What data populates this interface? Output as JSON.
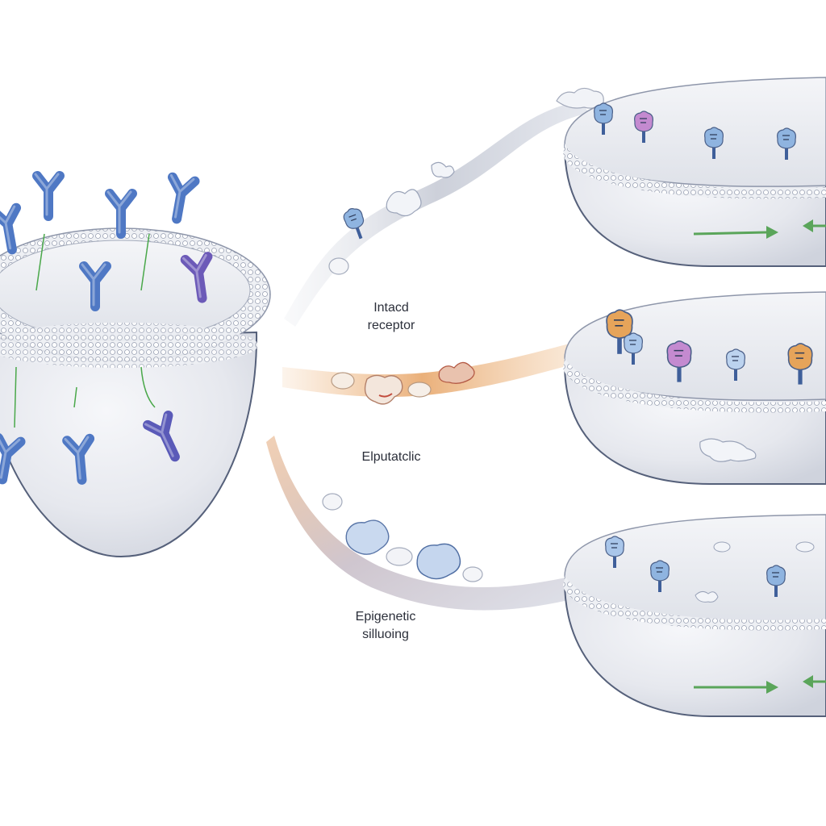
{
  "labels": {
    "intact_receptor": [
      "Intacd",
      "receptor"
    ],
    "mutation": "Elputatclic",
    "epigenetic_silencing": [
      "Epigenetic",
      "silluoing"
    ]
  },
  "colors": {
    "background": "#ffffff",
    "membrane_fill": "#e7e9ef",
    "membrane_outline": "#5a6278",
    "antibody_blue": "#4f78c4",
    "antibody_purple": "#6c5ab8",
    "ribbon_grey": "#c9ccd6",
    "ribbon_orange": "#e8a66a",
    "receptor_blue": "#8fb4e0",
    "receptor_pink": "#c48ad0",
    "receptor_orange": "#e6a45a",
    "arrow_green": "#5aa55a"
  },
  "icons": {
    "cell": "cell-membrane-icon",
    "antibody": "antibody-y-icon",
    "receptor": "receptor-protein-icon",
    "pathway": "pathway-ribbon-icon",
    "arrow": "green-arrow-icon"
  }
}
